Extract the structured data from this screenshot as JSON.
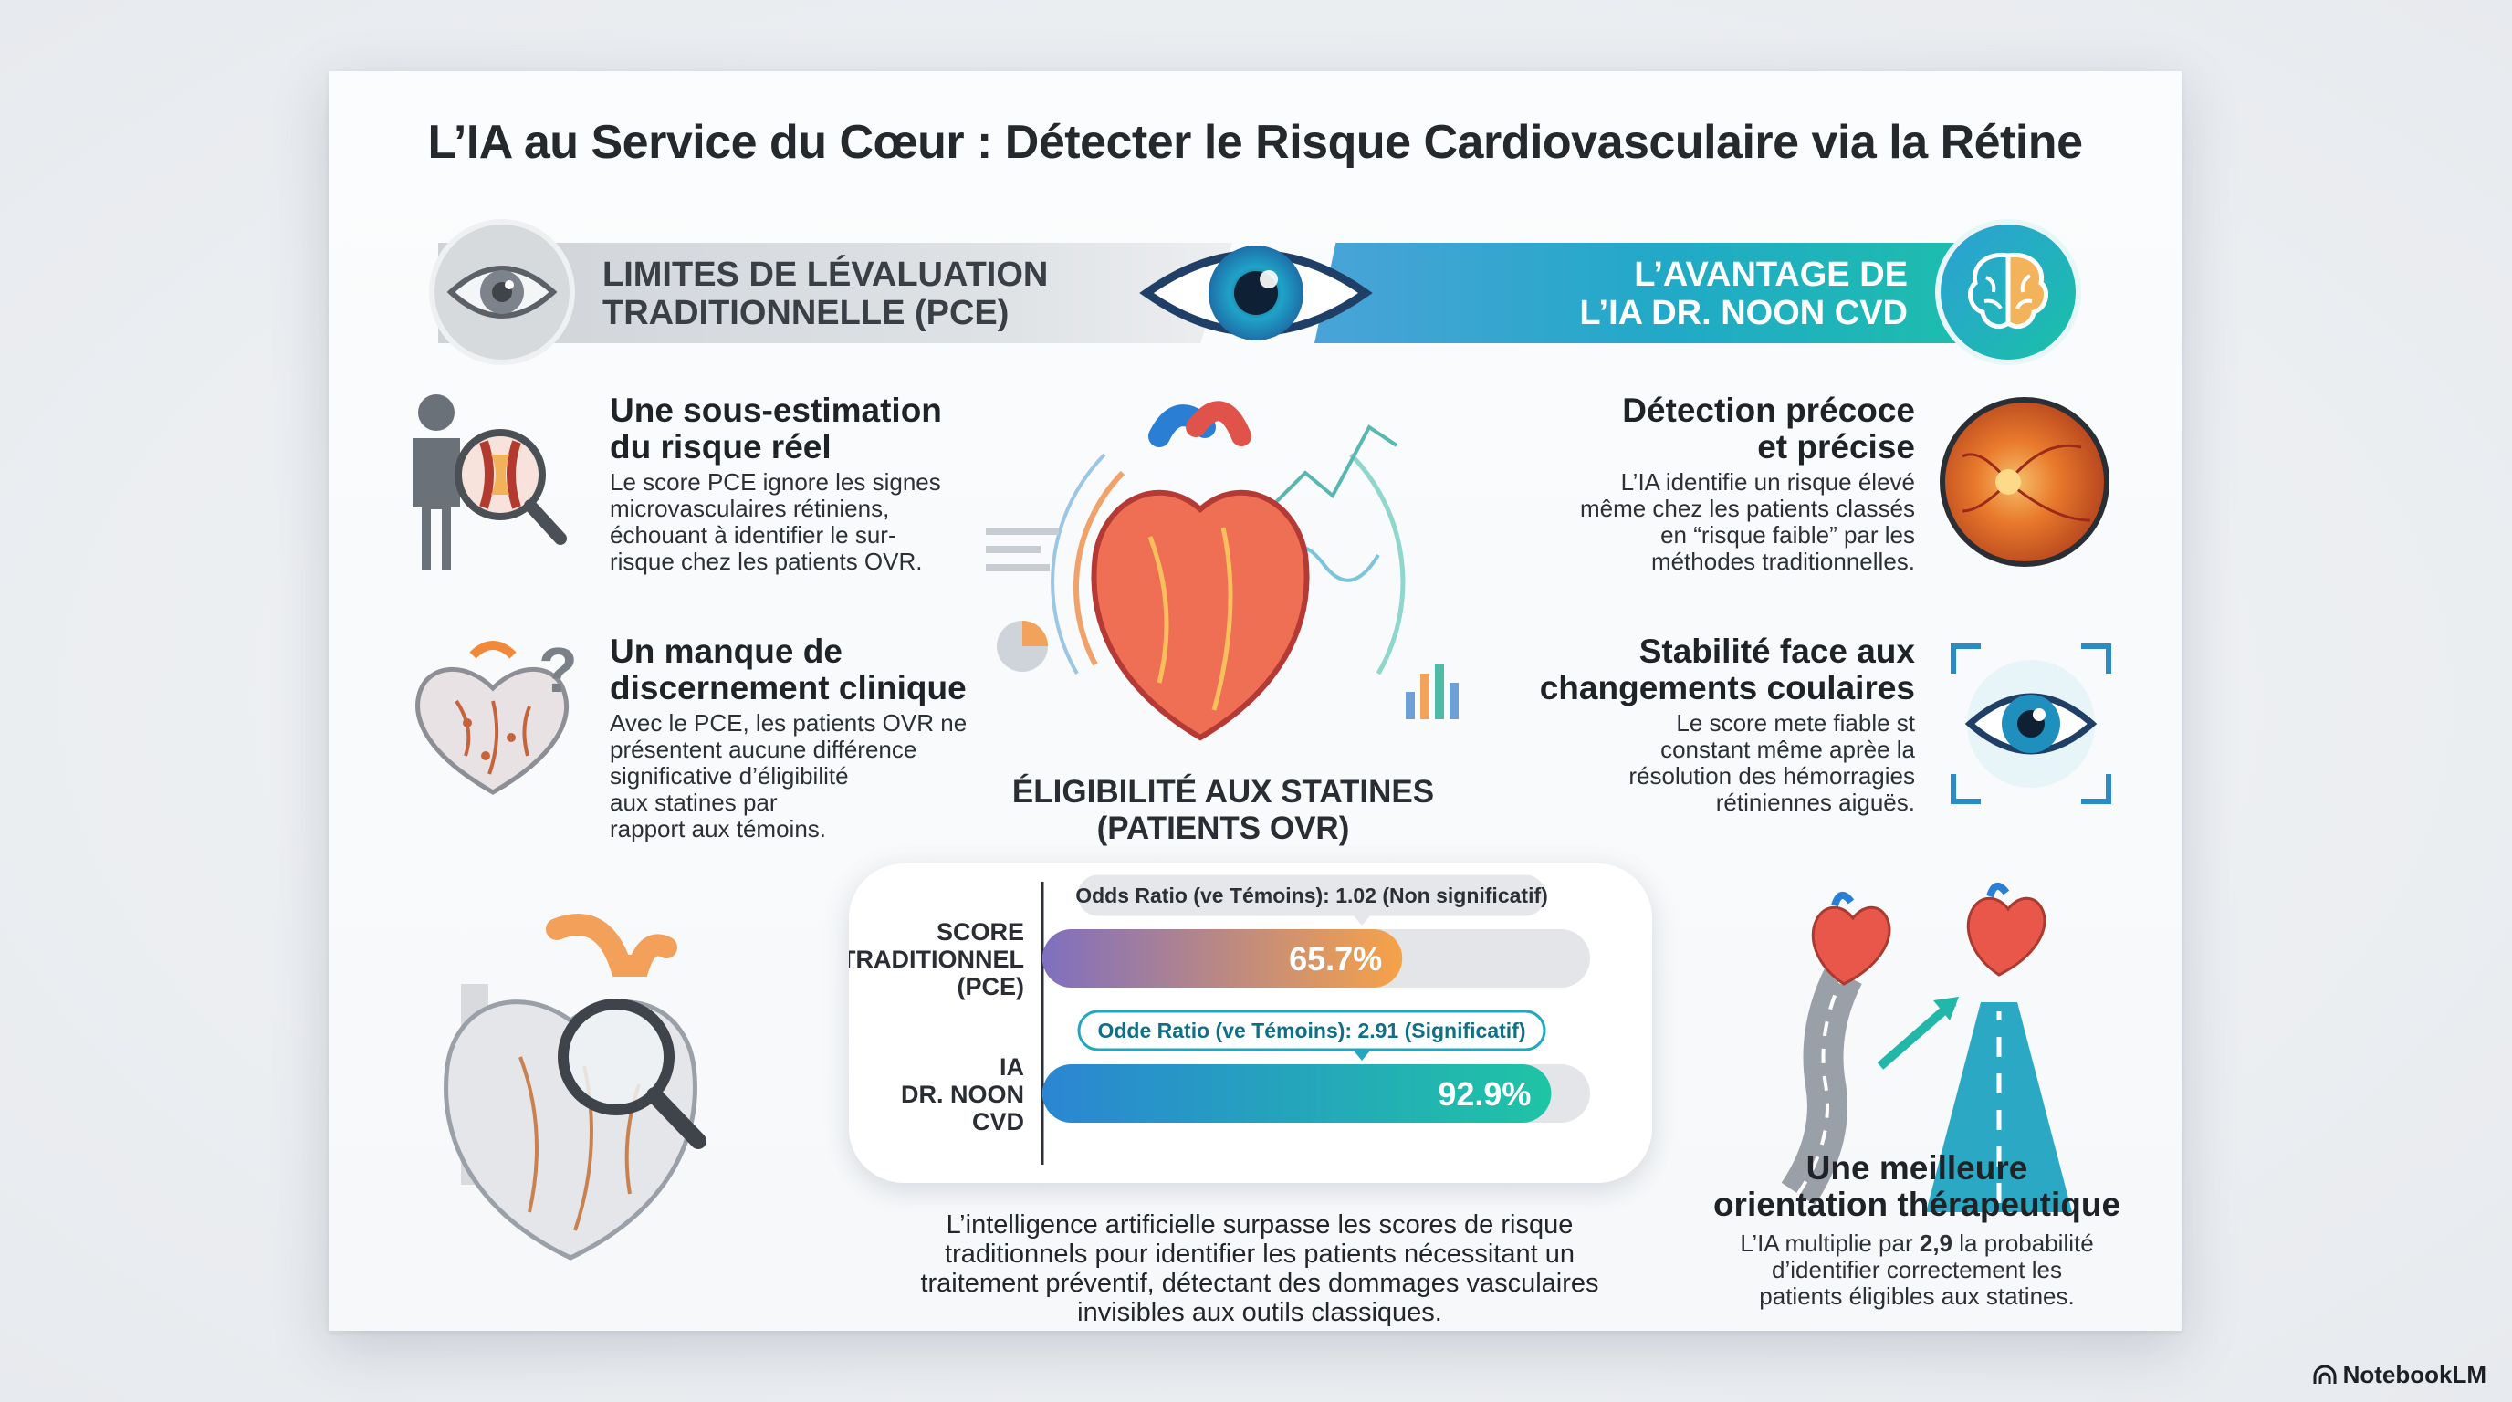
{
  "title": "L’IA au Service du Cœur : Détecter le Risque Cardiovasculaire via la Rétine",
  "header": {
    "left_line1": "LIMITES DE LÉVALUATION",
    "left_line2": "TRADITIONNELLE (PCE)",
    "right_line1": "L’AVANTAGE DE",
    "right_line2": "L’IA DR. NOON CVD"
  },
  "left": {
    "s1": {
      "title1": "Une sous-estimation",
      "title2": "du risque réel",
      "body": [
        "Le score PCE ignore les signes",
        "microvasculaires rétiniens,",
        "échouant à identifier le sur-",
        "risque chez les patients OVR."
      ]
    },
    "s2": {
      "title1": "Un manque de",
      "title2": "discernement clinique",
      "body": [
        "Avec le PCE, les patients OVR ne",
        "présentent aucune différence",
        "significative d’éligibilité",
        "aux statines par",
        "rapport aux témoins."
      ]
    }
  },
  "right": {
    "s1": {
      "title1": "Détection précoce",
      "title2": "et précise",
      "body": [
        "L’IA identifie un risque élevé",
        "même chez les patients classés",
        "en “risque faible” par les",
        "méthodes traditionnelles."
      ]
    },
    "s2": {
      "title1": "Stabilité face aux",
      "title2": "changements coulaires",
      "body": [
        "Le score mete fiable st",
        "constant même aprèe la",
        "résolution des hémorragies",
        "rétiniennes aiguës."
      ]
    },
    "s3": {
      "title1": "Une meilleure",
      "title2": "orientation thérapeutique",
      "body_l1_pre": "L’IA multiplie par ",
      "body_l1_bold": "2,9",
      "body_l1_post": " la probabilité",
      "body_rest": [
        "d’identifier correctement les",
        "patients éligibles aux statines."
      ]
    }
  },
  "chart_data": {
    "type": "bar",
    "title": "ÉLIGIBILITÉ AUX STATINES (PATIENTS OVR)",
    "title_line1": "ÉLIGIBILITÉ AUX STATINES",
    "title_line2": "(PATIENTS OVR)",
    "orientation": "horizontal",
    "xlim": [
      0,
      100
    ],
    "categories": [
      {
        "lines": [
          "SCORE",
          "TRADITIONNEL",
          "(PCE)"
        ],
        "value": 65.7,
        "label": "65.7%",
        "annotation": "Odds Ratio (ve Témoins): 1.02 (Non significatif)",
        "color_start": "#7f6fc0",
        "color_end": "#f6a248"
      },
      {
        "lines": [
          "IA",
          "DR. NOON",
          "CVD"
        ],
        "value": 92.9,
        "label": "92.9%",
        "annotation": "Odde Ratio (ve Témoins): 2.91 (Significatif)",
        "color_start": "#2a86d2",
        "color_end": "#1fc4a5"
      }
    ],
    "track_color": "#e3e5e8"
  },
  "caption": [
    "L’intelligence artificielle surpasse les scores de risque",
    "traditionnels pour identifier les patients nécessitant un",
    "traitement préventif, détectant des dommages vasculaires",
    "invisibles aux outils classiques."
  ],
  "brand": "NotebookLM",
  "colors": {
    "accent_teal": "#1cc2a8",
    "accent_blue": "#2a86d2",
    "accent_orange": "#f6a248",
    "gray_band": "#d3d7db"
  }
}
